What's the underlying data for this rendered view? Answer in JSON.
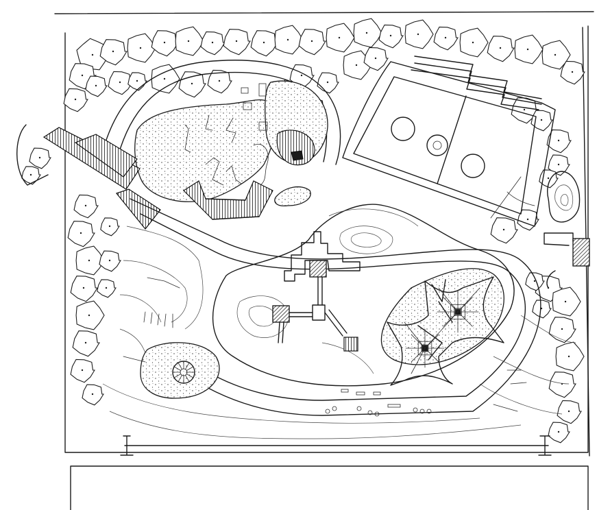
{
  "drawing": {
    "kind": "landscape-site-plan",
    "ink_color": "#1a1a1a",
    "paper_color": "#ffffff",
    "elements": [
      {
        "id": "property-boundary",
        "icon": "boundary-line"
      },
      {
        "id": "perimeter-tree-belt",
        "icon": "tree-canopy"
      },
      {
        "id": "sports-field",
        "icon": "soccer-field"
      },
      {
        "id": "north-play-area",
        "icon": "sand-play"
      },
      {
        "id": "central-play-island",
        "icon": "play-mound"
      },
      {
        "id": "play-tower-structure",
        "icon": "tower"
      },
      {
        "id": "tensile-canopy",
        "icon": "star-canopy"
      },
      {
        "id": "circular-pavilion",
        "icon": "gazebo"
      },
      {
        "id": "entry-boardwalk",
        "icon": "bridge"
      },
      {
        "id": "east-shelter",
        "icon": "hut"
      }
    ]
  }
}
